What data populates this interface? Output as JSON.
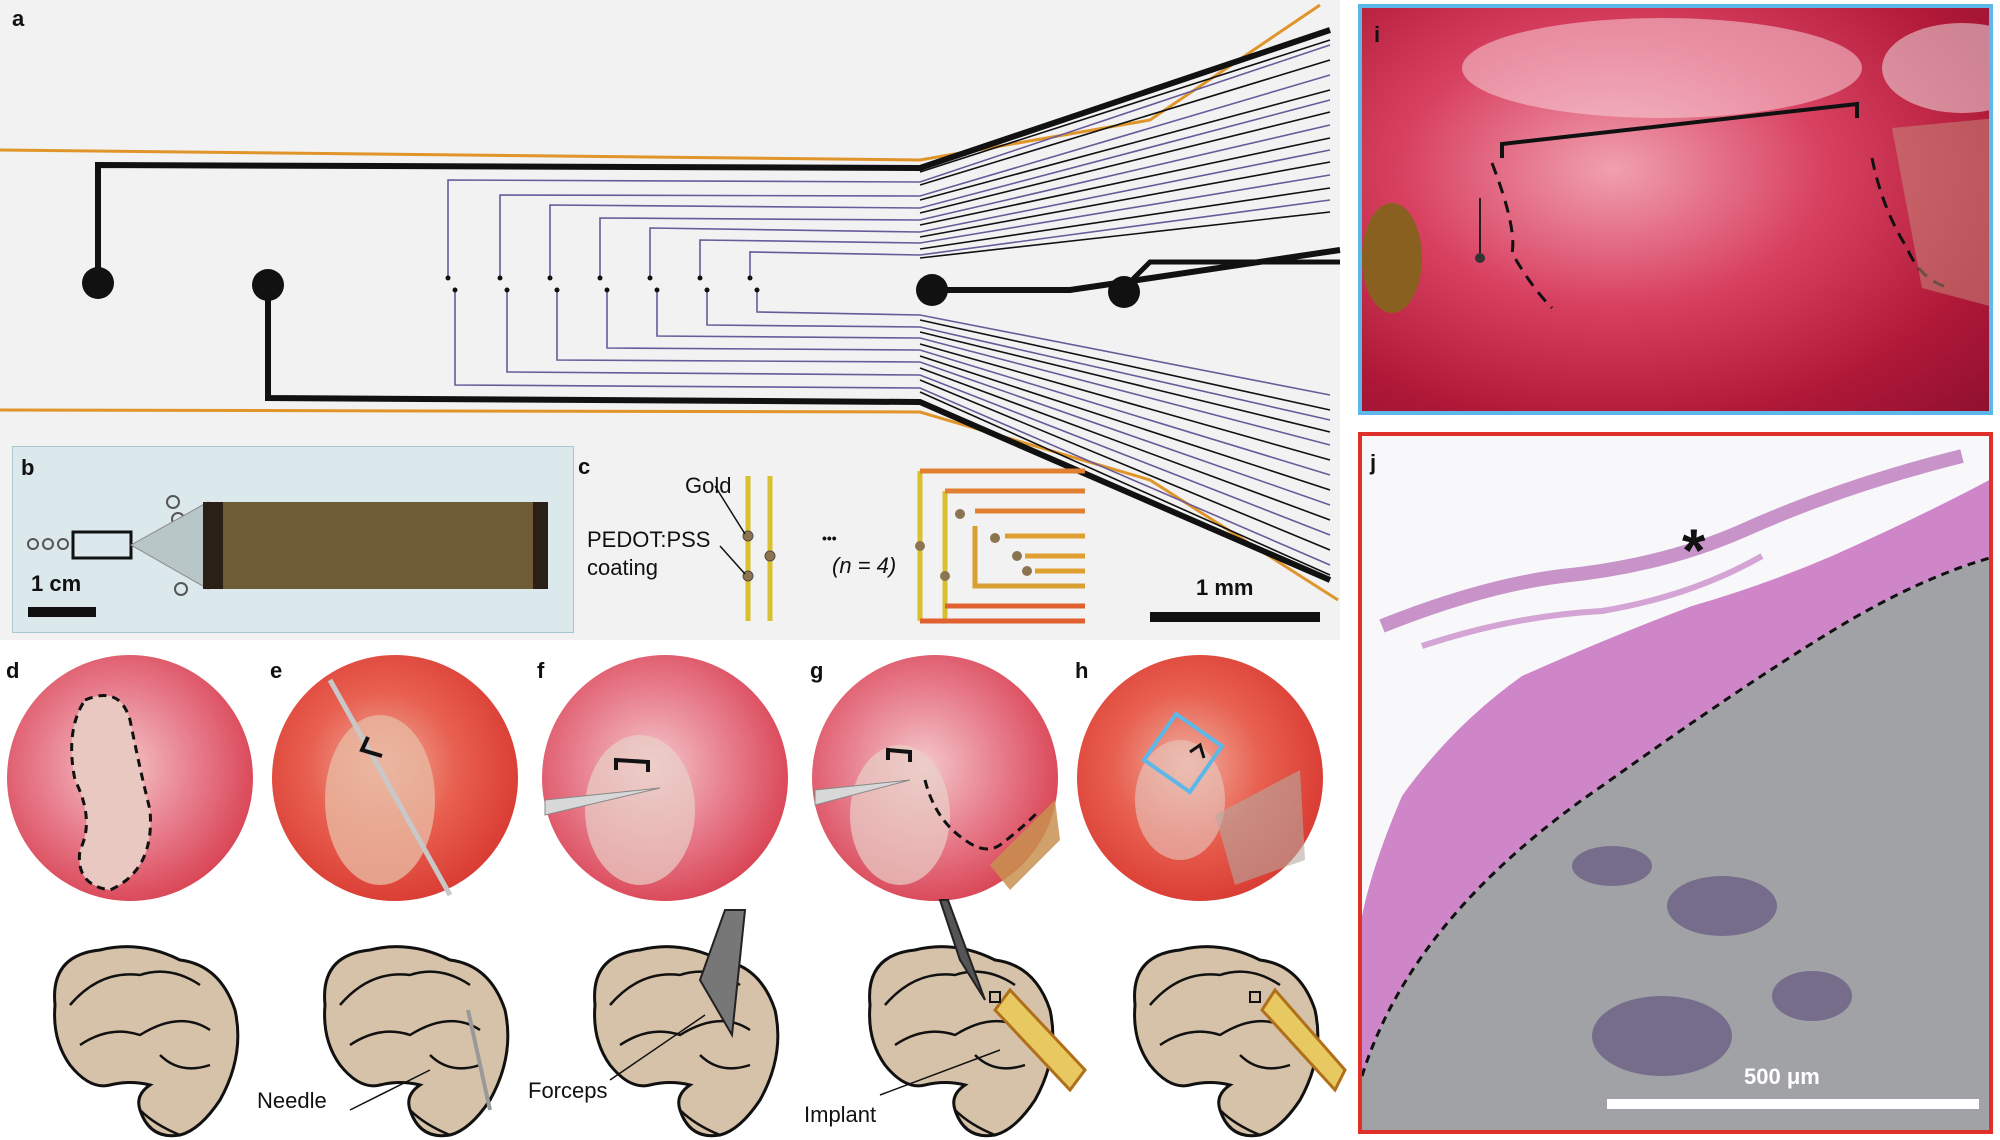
{
  "panels": {
    "a": "a",
    "b": "b",
    "c": "c",
    "d": "d",
    "e": "e",
    "f": "f",
    "g": "g",
    "h": "h",
    "i": "i",
    "j": "j"
  },
  "scale_bars": {
    "b": "1 cm",
    "a": "1 mm",
    "j": "500 μm"
  },
  "panel_c": {
    "gold_label": "Gold",
    "coating_label_line1": "PEDOT:PSS",
    "coating_label_line2": "coating",
    "ellipsis": "•••",
    "n_label": "(n = 4)"
  },
  "tools": {
    "needle": "Needle",
    "forceps": "Forceps",
    "implant": "Implant"
  },
  "panel_j": {
    "asterisk": "*"
  },
  "colors": {
    "outline_orange": "#e0952a",
    "trace_purple": "#6a5a9a",
    "frame_blue": "#5bb8e8",
    "frame_red": "#e0302a",
    "brain_fill": "#d6c2a8",
    "tissue_pink": "#c060b8",
    "tissue_gray": "#a0a2a6",
    "cable_brown": "#6e5c36"
  }
}
